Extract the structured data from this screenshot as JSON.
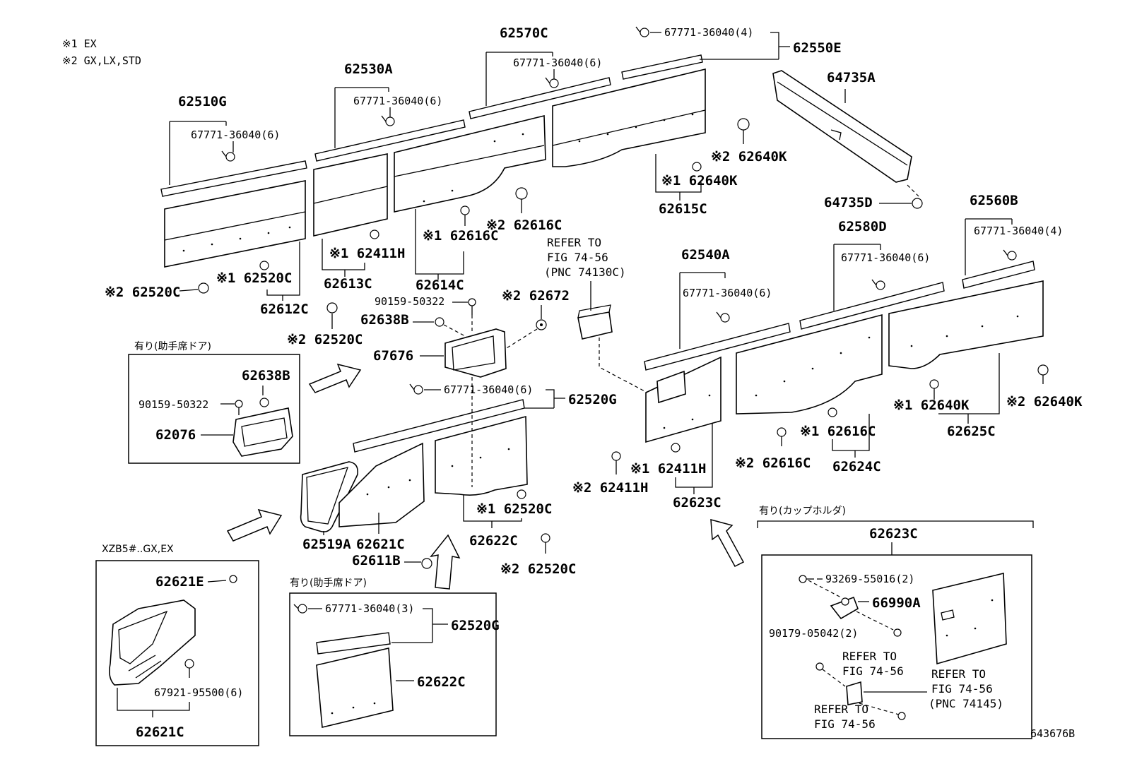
{
  "legend": {
    "note1": "※1 EX",
    "note2": "※2 GX,LX,STD"
  },
  "labels": {
    "p62510G": "62510G",
    "p62530A": "62530A",
    "p62570C": "62570C",
    "p62550E": "62550E",
    "p64735A": "64735A",
    "c6_62510G": "67771-36040(6)",
    "c6_62530A": "67771-36040(6)",
    "c6_62570C": "67771-36040(6)",
    "c4_62550E": "67771-36040(4)",
    "k2_top": "※2 62640K",
    "k1_top": "※1 62640K",
    "p62615C": "62615C",
    "p64735D": "64735D",
    "p62560B": "62560B",
    "c4_62560B": "67771-36040(4)",
    "p62580D": "62580D",
    "c6_62580D": "67771-36040(6)",
    "p62540A": "62540A",
    "c6_62540A": "67771-36040(6)",
    "p62616C_2top": "※2 62616C",
    "p62616C_1top": "※1 62616C",
    "p62411H_1top": "※1 62411H",
    "p62520C_1top": "※1 62520C",
    "p62520C_2left": "※2 62520C",
    "p62612C": "62612C",
    "p62613C": "62613C",
    "p62614C": "62614C",
    "refer1": "REFER TO",
    "refer1b": "FIG 74-56",
    "refer1c": "(PNC 74130C)",
    "p90159": "90159-50322",
    "p62672": "※2 62672",
    "p62638B": "62638B",
    "p62520C_2mid": "※2 62520C",
    "p67676": "67676",
    "c6_62520G": "67771-36040(6)",
    "p62520G": "62520G",
    "box1_title": "有り(助手席ドア)",
    "box1_62638B": "62638B",
    "box1_90159": "90159-50322",
    "box1_62076": "62076",
    "p62640K_1r": "※1 62640K",
    "p62640K_2r": "※2 62640K",
    "p62625C": "62625C",
    "p62616C_1r": "※1 62616C",
    "p62616C_2r": "※2 62616C",
    "p62624C": "62624C",
    "p62411H_1r": "※1 62411H",
    "p62411H_2r": "※2 62411H",
    "p62623C": "62623C",
    "p62520C_1low": "※1 62520C",
    "p62622C": "62622C",
    "p62519A": "62519A",
    "p62621C": "62621C",
    "p62611B": "62611B",
    "p62520C_2low": "※2 62520C",
    "xzb_title": "XZB5#..GX,EX",
    "xzb_62621E": "62621E",
    "xzb_67921": "67921-95500(6)",
    "xzb_62621C": "62621C",
    "box2_title": "有り(助手席ドア)",
    "box2_67771": "67771-36040(3)",
    "box2_62520G": "62520G",
    "box2_62622C": "62622C",
    "box3_title": "有り(カップホルダ)",
    "box3_62623C": "62623C",
    "box3_93269": "93269-55016(2)",
    "box3_66990A": "66990A",
    "box3_90179": "90179-05042(2)",
    "box3_ref1a": "REFER TO",
    "box3_ref1b": "FIG 74-56",
    "box3_ref2a": "REFER TO",
    "box3_ref2b": "FIG 74-56",
    "box3_ref2c": "(PNC 74145)",
    "box3_ref3a": "REFER TO",
    "box3_ref3b": "FIG 74-56",
    "figure_id": "643676B"
  }
}
